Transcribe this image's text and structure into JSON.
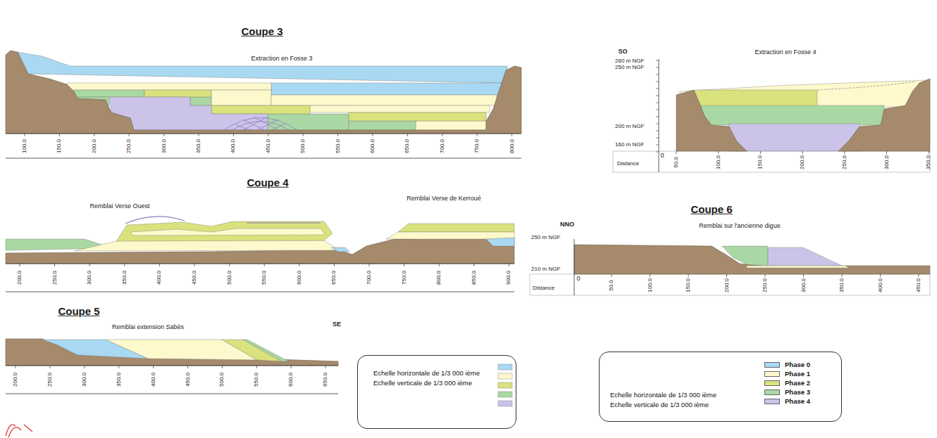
{
  "diagram": {
    "nodes": [
      {
        "text": [
          "Echelle horizontale de 1/3 000 ième",
          "Echelle verticale de 1/3 000 ième"
        ]
      },
      {
        "text": [
          "Echelle horizontale de 1/3 000 ième",
          "Echelle verticale de 1/3 000 ième"
        ]
      }
    ],
    "labels": [
      "Coupe 3",
      "Extraction en Fosse 3",
      "100.0",
      "150.0",
      "200.0",
      "250.0",
      "300.0",
      "350.0",
      "400.0",
      "450.0",
      "500.0",
      "550.0",
      "600.0",
      "650.0",
      "700.0",
      "750.0",
      "800.0",
      "SO",
      "260 m NGF",
      "250 m NGF",
      "Extraction en Fosse 4",
      "200 m NGF",
      "160 m NGF",
      "Distance",
      "0",
      "50.0",
      "100.0",
      "150.0",
      "200.0",
      "250.0",
      "300.0",
      "350.0",
      "Coupe 4",
      "Remblai Verse Ouest",
      "Remblai Verse de Kerroué",
      "200.0",
      "250.0",
      "300.0",
      "350.0",
      "400.0",
      "450.0",
      "500.0",
      "550.0",
      "600.0",
      "650.0",
      "700.0",
      "750.0",
      "800.0",
      "850.0",
      "900.0",
      "Coupe 6",
      "NNO",
      "Remblai sur l'ancienne digue",
      "250 m NGF",
      "210 m NGF",
      "Distance",
      "0",
      "50.0",
      "100.0",
      "150.0",
      "200.0",
      "250.0",
      "300.0",
      "350.0",
      "400.0",
      "450.0",
      "Coupe 5",
      "Remblai extension Sabès",
      "SE",
      "200.0",
      "250.0",
      "300.0",
      "350.0",
      "400.0",
      "450.0",
      "500.0",
      "550.0",
      "600.0",
      "650.0"
    ],
    "legend": [
      {
        "text": "Phase 0",
        "color": "#a9d9f2"
      },
      {
        "text": "Phase 1",
        "color": "#fdf9cc"
      },
      {
        "text": "Phase 2",
        "color": "#d9e27c"
      },
      {
        "text": "Phase 3",
        "color": "#aad8a4"
      },
      {
        "text": "Phase 4",
        "color": "#cbc3e8"
      }
    ]
  }
}
